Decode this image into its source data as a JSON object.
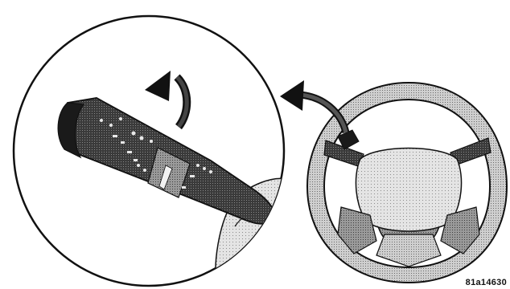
{
  "figure": {
    "reference_code": "81a14630"
  },
  "illustration": {
    "magnifier": "detail-circle",
    "subject": "multifunction-lever",
    "secondary_subject": "steering-wheel",
    "rotation_arrow": "counter-clockwise",
    "callout_arrow": "points-left"
  }
}
